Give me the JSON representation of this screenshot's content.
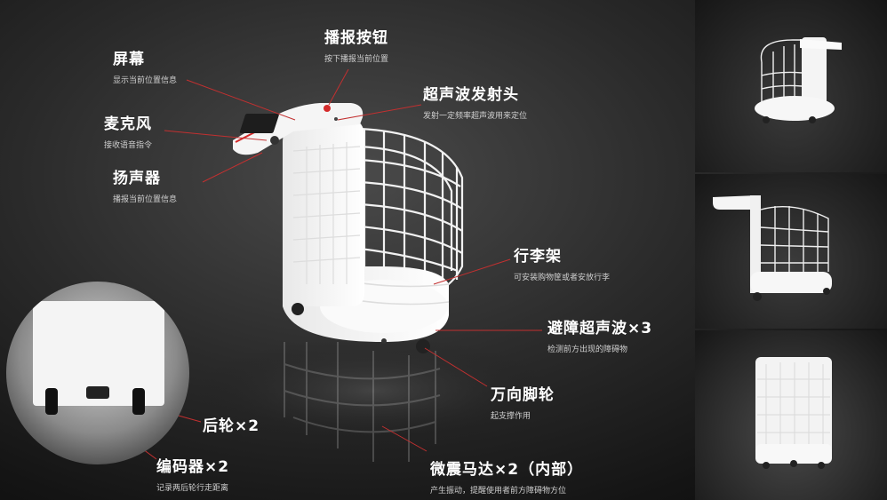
{
  "annotations": [
    {
      "key": "screen",
      "title": "屏幕",
      "desc": "显示当前位置信息"
    },
    {
      "key": "mic",
      "title": "麦克风",
      "desc": "接收语音指令"
    },
    {
      "key": "speaker",
      "title": "扬声器",
      "desc": "播报当前位置信息"
    },
    {
      "key": "announce-button",
      "title": "播报按钮",
      "desc": "按下播报当前位置"
    },
    {
      "key": "ultrasonic-head",
      "title": "超声波发射头",
      "desc": "发射一定频率超声波用来定位"
    },
    {
      "key": "luggage-rack",
      "title": "行李架",
      "desc": "可安装购物筐或者安放行李"
    },
    {
      "key": "obstacle-sensor",
      "title": "避障超声波×3",
      "desc": "检测前方出现的障碍物"
    },
    {
      "key": "caster",
      "title": "万向脚轮",
      "desc": "起支撑作用"
    },
    {
      "key": "rear-wheel",
      "title": "后轮×2",
      "desc": ""
    },
    {
      "key": "encoder",
      "title": "编码器×2",
      "desc": "记录两后轮行走距离"
    },
    {
      "key": "vibration-motor",
      "title": "微震马达×2（内部）",
      "desc": "产生振动，提醒使用者前方障碍物方位"
    }
  ],
  "colors": {
    "accent": "#d42a2a",
    "background": "#1a1a1a",
    "text": "#ffffff"
  }
}
